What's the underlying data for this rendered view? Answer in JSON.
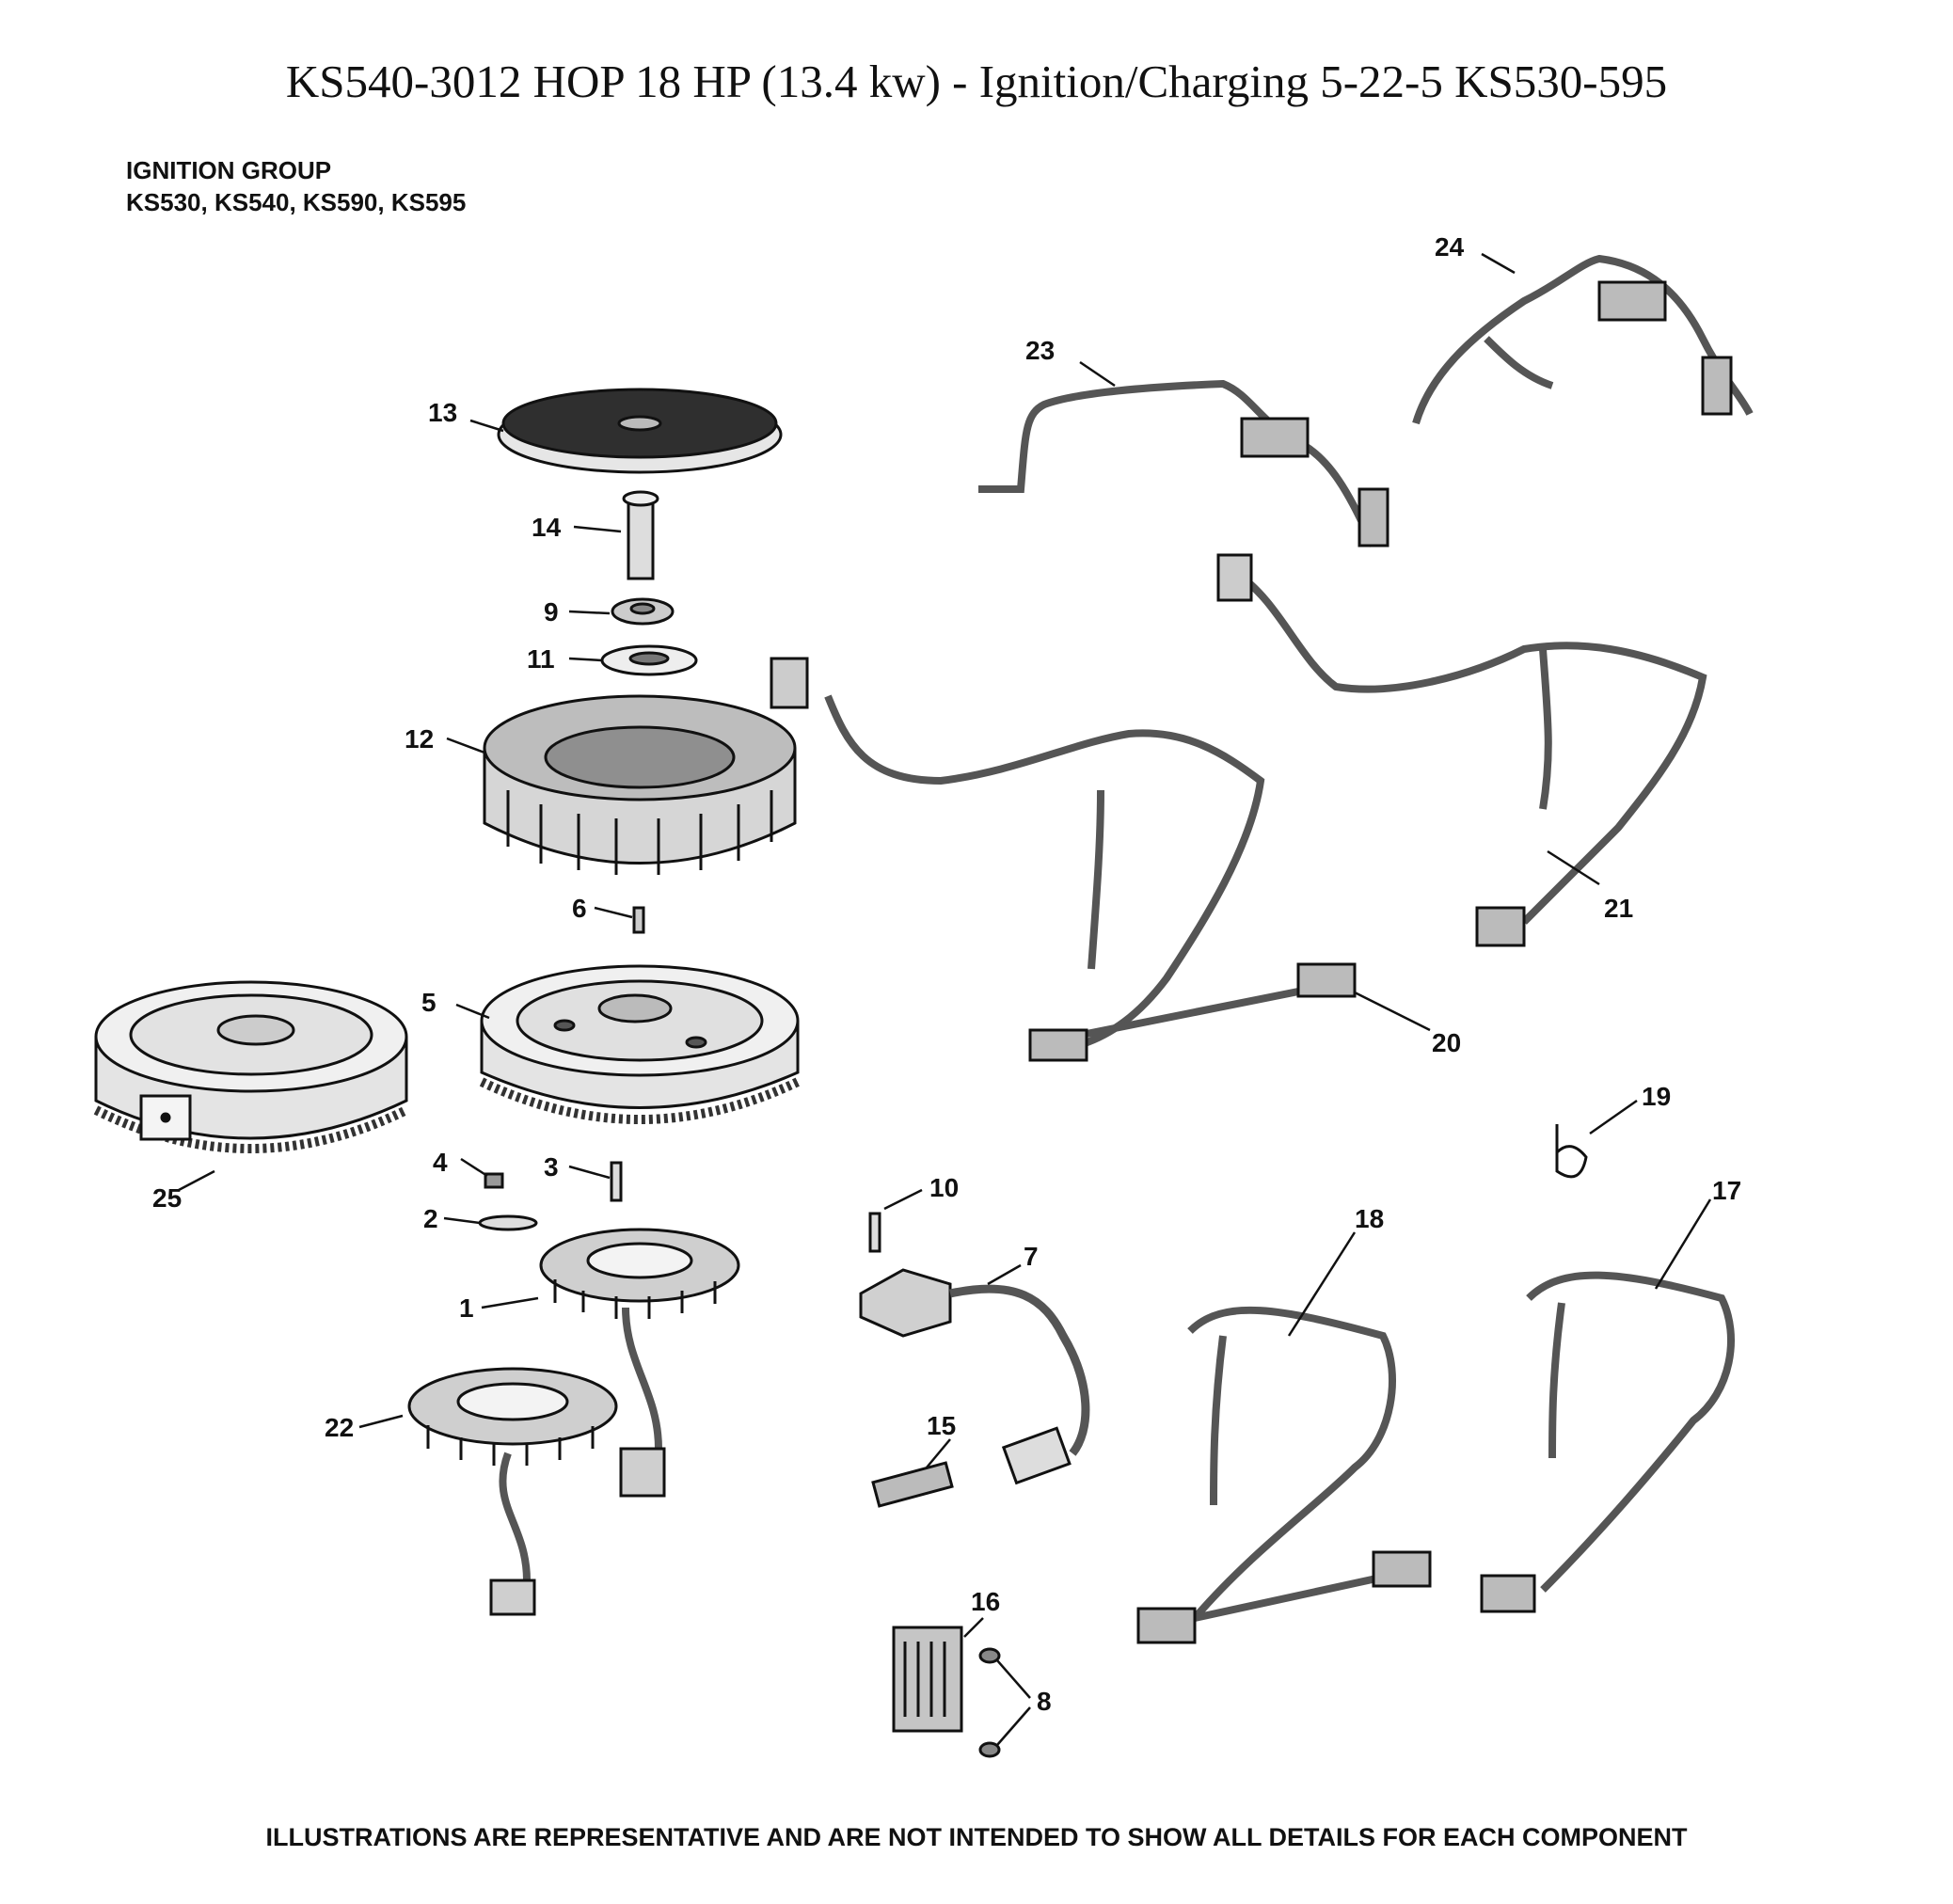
{
  "title": "KS540-3012 HOP 18 HP (13.4 kw) - Ignition/Charging 5-22-5 KS530-595",
  "group_heading": "IGNITION GROUP",
  "group_models": "KS530, KS540, KS590, KS595",
  "footer_note": "ILLUSTRATIONS ARE REPRESENTATIVE AND ARE NOT INTENDED TO SHOW ALL DETAILS FOR EACH COMPONENT",
  "callouts": {
    "c1": "1",
    "c2": "2",
    "c3": "3",
    "c4": "4",
    "c5": "5",
    "c6": "6",
    "c7": "7",
    "c8": "8",
    "c9": "9",
    "c10": "10",
    "c11": "11",
    "c12": "12",
    "c13": "13",
    "c14": "14",
    "c15": "15",
    "c16": "16",
    "c17": "17",
    "c18": "18",
    "c19": "19",
    "c20": "20",
    "c21": "21",
    "c22": "22",
    "c23": "23",
    "c24": "24",
    "c25": "25"
  },
  "colors": {
    "ink": "#111111",
    "part_fill": "#d9d9d9",
    "dark_fill": "#3a3a3a",
    "wire": "#555555"
  }
}
